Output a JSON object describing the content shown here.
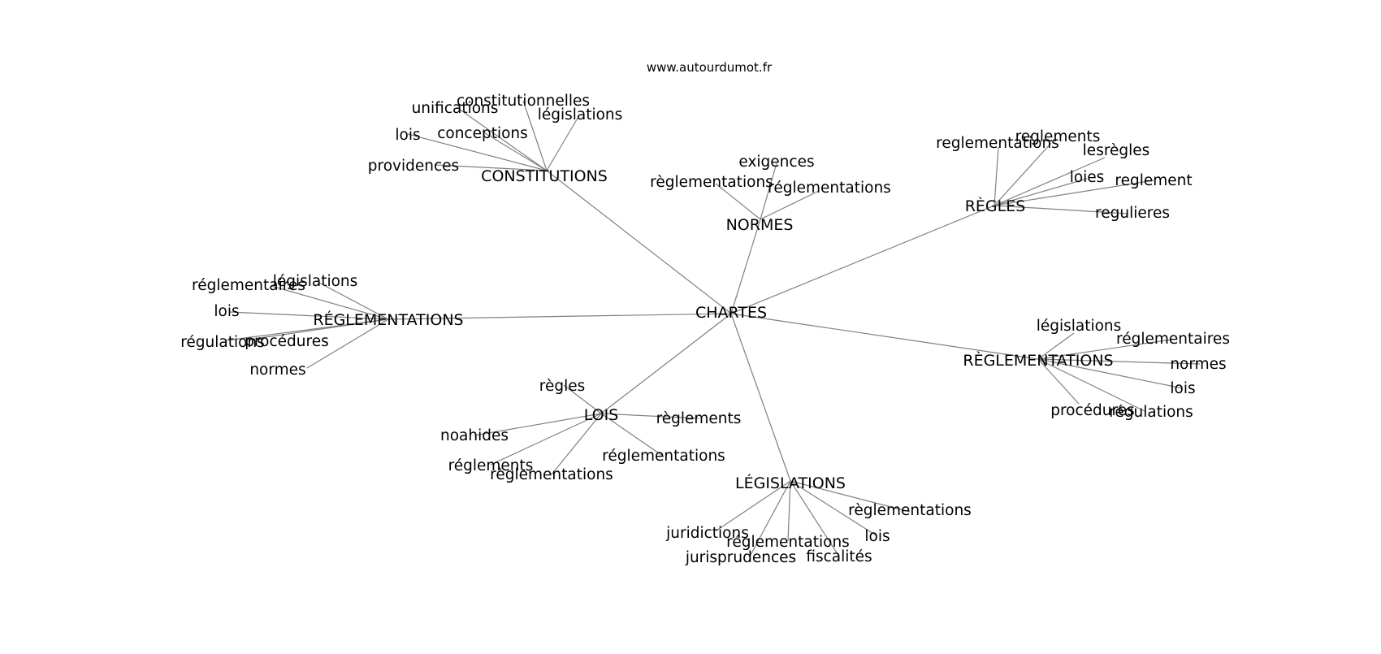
{
  "header": {
    "credit": "www.autourdumot.fr"
  },
  "graph": {
    "center": "CHARTES",
    "hubs": [
      {
        "label": "CONSTITUTIONS",
        "leaves": [
          "constitutionnelles",
          "unifications",
          "législations",
          "conceptions",
          "lois",
          "providences"
        ]
      },
      {
        "label": "NORMES",
        "leaves": [
          "exigences",
          "règlementations",
          "réglementations"
        ]
      },
      {
        "label": "RÈGLES",
        "leaves": [
          "reglementations",
          "reglements",
          "lesrègles",
          "loies",
          "reglement",
          "regulieres"
        ]
      },
      {
        "label": "RÉGLEMENTATIONS",
        "leaves": [
          "législations",
          "réglementaires",
          "lois",
          "régulations",
          "procédures",
          "normes"
        ]
      },
      {
        "label": "RÈGLEMENTATIONS",
        "leaves": [
          "législations",
          "réglementaires",
          "normes",
          "lois",
          "procédures",
          "régulations"
        ]
      },
      {
        "label": "LOIS",
        "leaves": [
          "règles",
          "règlements",
          "noahides",
          "réglementations",
          "réglements",
          "règlementations"
        ]
      },
      {
        "label": "LÉGISLATIONS",
        "leaves": [
          "règlementations",
          "juridictions",
          "lois",
          "réglementations",
          "jurisprudences",
          "fiscalités"
        ]
      }
    ]
  }
}
